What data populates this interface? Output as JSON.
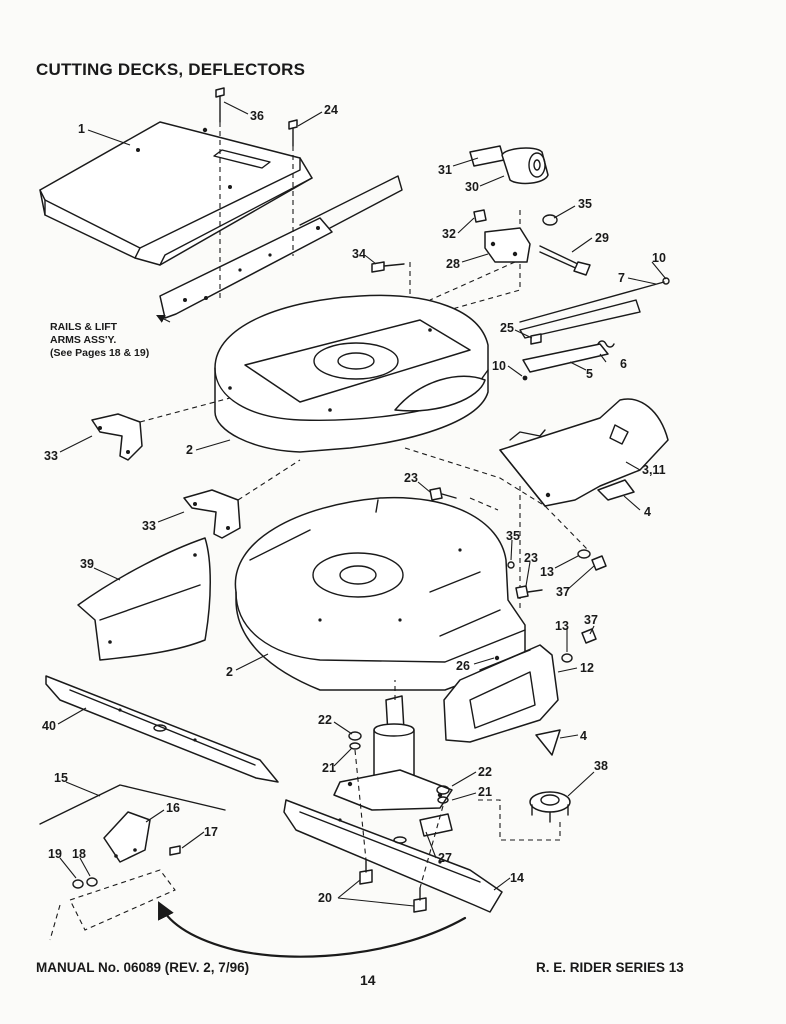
{
  "page": {
    "title": "CUTTING DECKS, DEFLECTORS",
    "footer_manual": "MANUAL No. 06089 (REV. 2, 7/96)",
    "page_number": "14",
    "footer_series": "R. E. RIDER SERIES 13"
  },
  "note": {
    "line1": "RAILS & LIFT",
    "line2": "ARMS ASS'Y.",
    "line3": "(See Pages 18 & 19)"
  },
  "callouts": {
    "c1": "1",
    "c36": "36",
    "c24": "24",
    "c31": "31",
    "c30": "30",
    "c35a": "35",
    "c32": "32",
    "c29": "29",
    "c28": "28",
    "c34": "34",
    "c10a": "10",
    "c7": "7",
    "c25": "25",
    "c6": "6",
    "c10b": "10",
    "c5": "5",
    "c33a": "33",
    "c2a": "2",
    "c3_11": "3,11",
    "c23a": "23",
    "c4a": "4",
    "c33b": "33",
    "c35b": "35",
    "c39": "39",
    "c23b": "23",
    "c13a": "13",
    "c37a": "37",
    "c13b": "13",
    "c37b": "37",
    "c12": "12",
    "c26": "26",
    "c2b": "2",
    "c40": "40",
    "c4b": "4",
    "c22a": "22",
    "c21a": "21",
    "c22b": "22",
    "c38": "38",
    "c21b": "21",
    "c15": "15",
    "c16": "16",
    "c17": "17",
    "c19": "19",
    "c18": "18",
    "c27": "27",
    "c14": "14",
    "c20": "20"
  }
}
